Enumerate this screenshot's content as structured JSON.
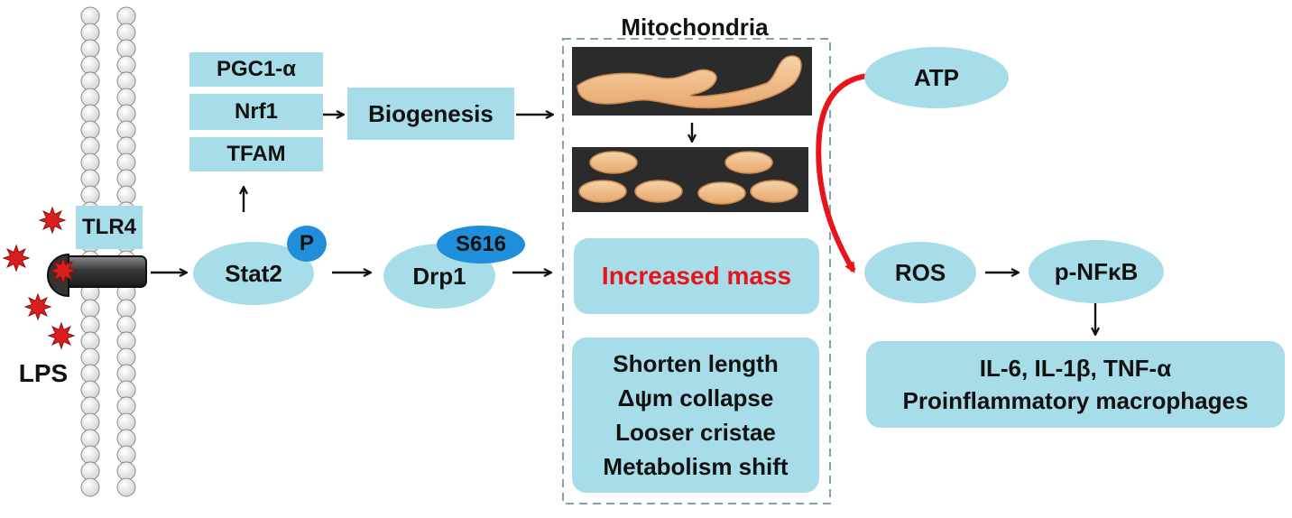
{
  "labels": {
    "mitochondria": "Mitochondria",
    "pgc1a": "PGC1-α",
    "nrf1": "Nrf1",
    "tfam": "TFAM",
    "biogenesis": "Biogenesis",
    "tlr4": "TLR4",
    "lps": "LPS",
    "stat2": "Stat2",
    "p": "P",
    "drp1": "Drp1",
    "s616": "S616",
    "increased_mass": "Increased mass",
    "effects": [
      "Shorten length",
      "Δψm collapse",
      "Looser cristae",
      "Metabolism shift"
    ],
    "atp": "ATP",
    "ros": "ROS",
    "pnfkb": "p-NFκB",
    "cytokines": "IL-6, IL-1β, TNF-α",
    "macrophages": "Proinflammatory macrophages"
  },
  "colors": {
    "node_fill": "#a7dde8",
    "phospho_fill": "#1f8fdb",
    "highlight_text": "#e8141c",
    "lps_star": "#d81e1e",
    "arrow_red": "#e8141c",
    "dashed_border": "#7fa3ad"
  }
}
